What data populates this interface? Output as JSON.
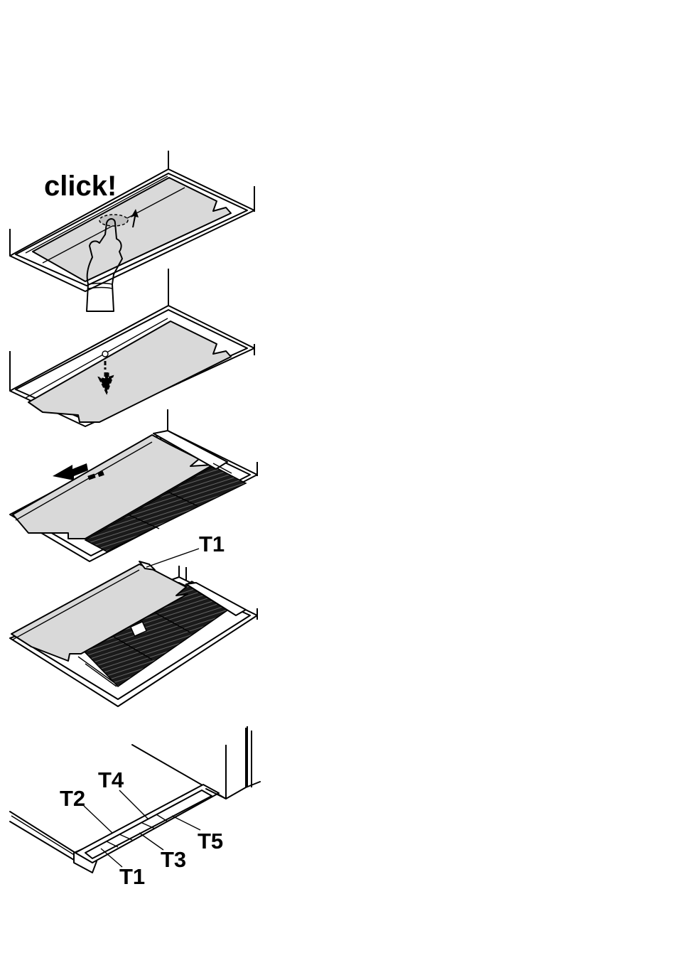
{
  "steps": [
    {
      "label": "click!"
    },
    {
      "label": ""
    },
    {
      "label": ""
    },
    {
      "label": "T1"
    }
  ],
  "detail": {
    "labels": [
      "T4",
      "T2",
      "T5",
      "T3",
      "T1"
    ]
  },
  "colors": {
    "panel": "#d9d9d9",
    "line": "#000000",
    "filter": "#1a1a1a",
    "background": "#ffffff"
  },
  "icons": [
    "hand-press-icon",
    "arrow-up-icon",
    "arrow-down-icon",
    "arrow-left-icon"
  ]
}
